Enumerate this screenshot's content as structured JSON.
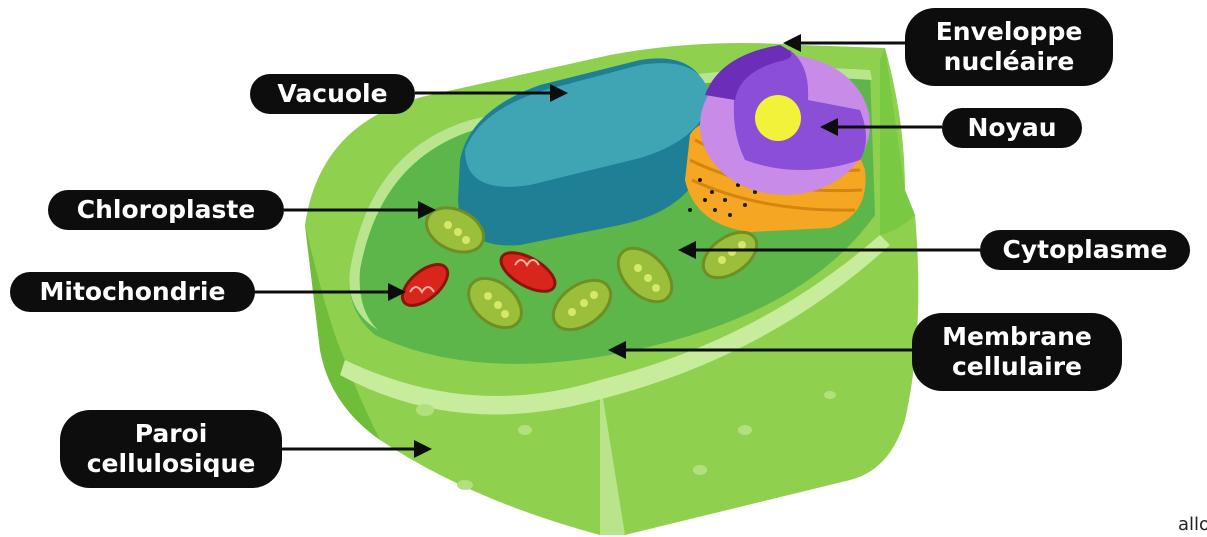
{
  "labels": {
    "vacuole": "Vacuole",
    "enveloppe_1": "Enveloppe",
    "enveloppe_2": "nucléaire",
    "noyau": "Noyau",
    "chloroplaste": "Chloroplaste",
    "cytoplasme": "Cytoplasme",
    "mitochondrie": "Mitochondrie",
    "membrane_1": "Membrane",
    "membrane_2": "cellulaire",
    "paroi_1": "Paroi",
    "paroi_2": "cellulosique"
  },
  "brand": "allo",
  "colors": {
    "label_bg": "#0d0d0d",
    "label_text": "#ffffff",
    "cell_wall": "#8fd14f",
    "cytoplasm": "#5cb64a",
    "vacuole": "#3fa5b5",
    "nucleus": "#8a4fd6",
    "nucleolus": "#f2f23a",
    "chloroplast": "#9bbf3a",
    "mitochondria": "#d9261c",
    "reticulum": "#f5a623"
  }
}
